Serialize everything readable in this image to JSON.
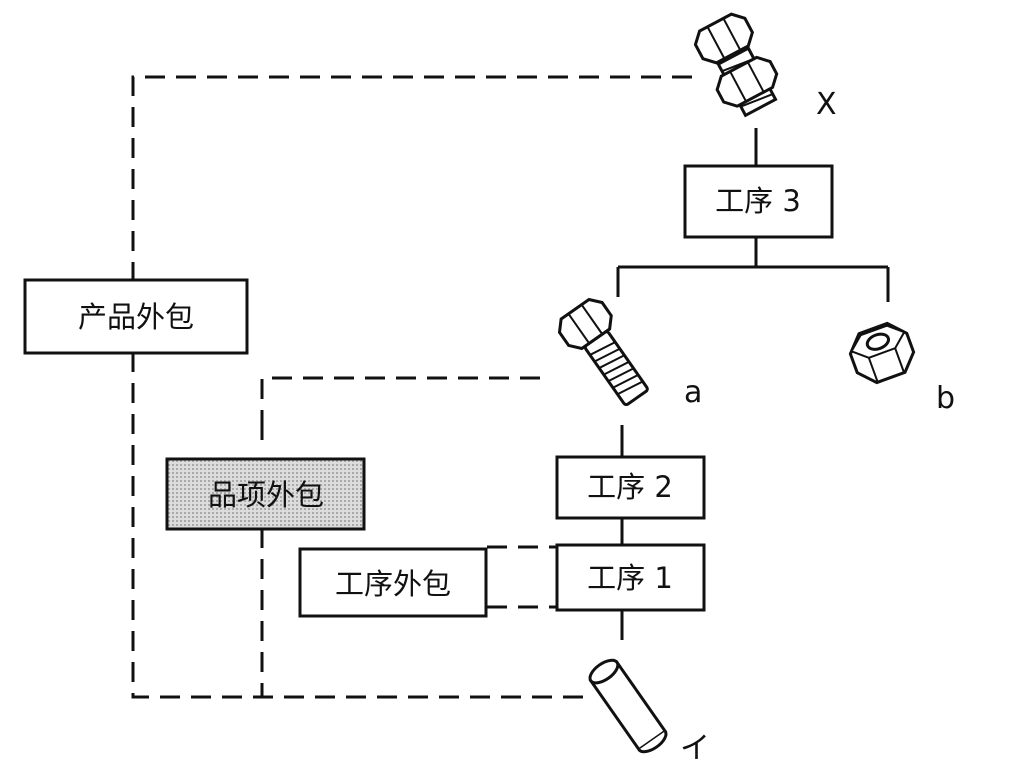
{
  "boxes": {
    "process_3": "工序 3",
    "process_2": "工序 2",
    "process_1": "工序 1",
    "product_outsourcing": "产品外包",
    "item_outsourcing": "品项外包",
    "process_outsourcing": "工序外包"
  },
  "parts": {
    "x": "X",
    "a": "a",
    "b": "b",
    "i": "イ"
  },
  "colors": {
    "line": "#111111",
    "shaded_box": "#cfcfcf"
  }
}
